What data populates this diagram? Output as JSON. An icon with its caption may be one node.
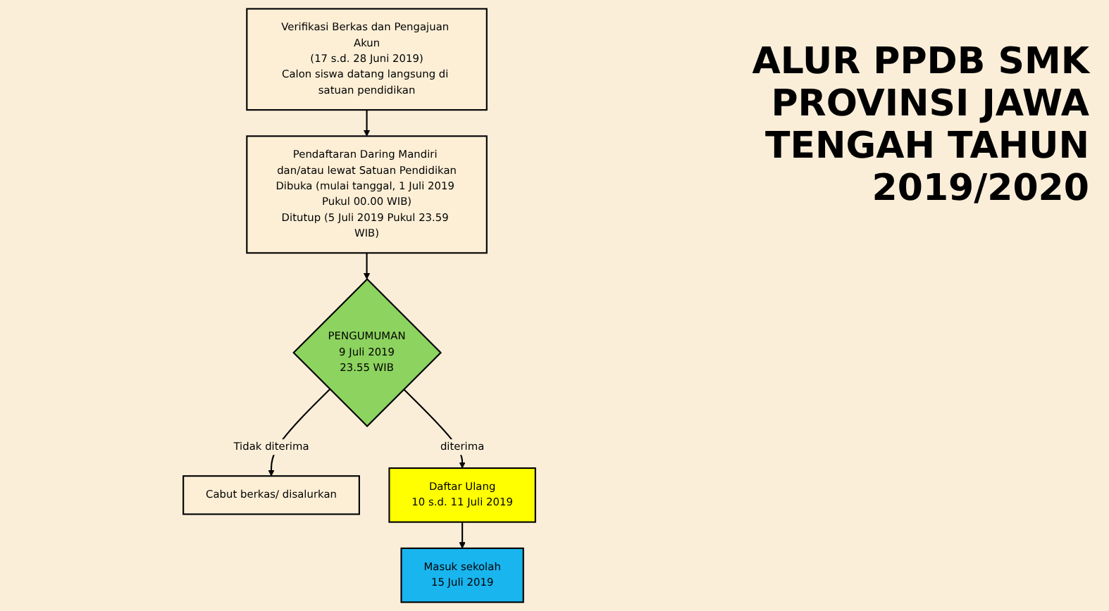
{
  "diagram": {
    "title": "ALUR PPDB SMK PROVINSI JAWA TENGAH TAHUN 2019/2020",
    "nodes": [
      {
        "text": [
          "Verifikasi Berkas dan Pengajuan Akun",
          "(17 s.d. 28 Juni 2019)",
          "Calon siswa datang langsung di satuan pendidikan"
        ]
      },
      {
        "text": [
          "Pendaftaran Daring Mandiri dan/atau lewat Satuan Pendidikan",
          "Dibuka (mulai tanggal, 1 Juli 2019 Pukul 00.00 WIB)",
          "Ditutup (5 Juli 2019 Pukul 23.59 WIB)"
        ]
      },
      {
        "text": [
          "PENGUMUMAN",
          "9 Juli 2019",
          "23.55 WIB"
        ]
      },
      {
        "text": [
          "Cabut berkas/ disalurkan"
        ]
      },
      {
        "text": [
          "Daftar Ulang",
          "10 s.d. 11 Juli 2019"
        ]
      },
      {
        "text": [
          "Masuk sekolah",
          "15 Juli 2019"
        ]
      }
    ],
    "edges": [
      {
        "from": 0,
        "to": 1,
        "arrow": "to"
      },
      {
        "from": 1,
        "to": 2,
        "arrow": "to"
      },
      {
        "from": 2,
        "to": 3,
        "arrow": "to",
        "label": "Tidak diterima"
      },
      {
        "from": 2,
        "to": 4,
        "arrow": "to",
        "label": "diterima"
      },
      {
        "from": 4,
        "to": 5,
        "arrow": "to"
      }
    ]
  }
}
